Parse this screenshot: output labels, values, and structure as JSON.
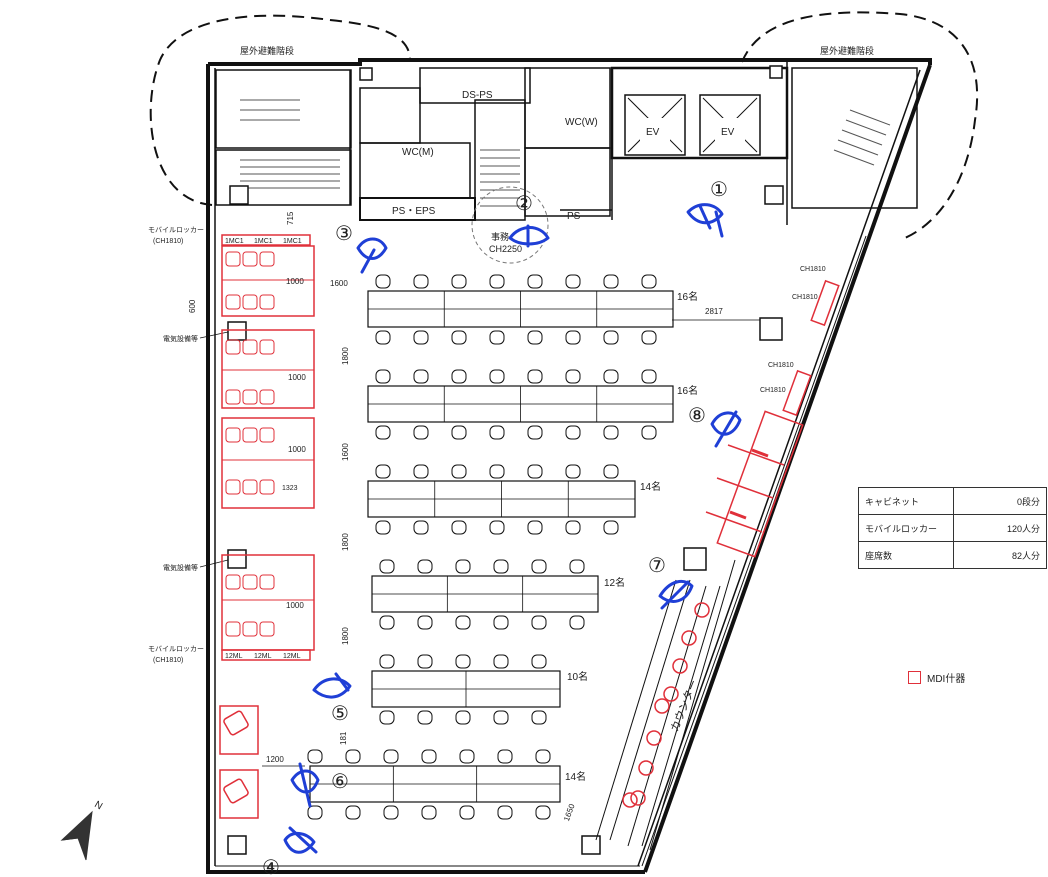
{
  "plan": {
    "outdoor_stairs_left": "屋外避難階段",
    "outdoor_stairs_right": "屋外避難階段",
    "ds_ps": "DS-PS",
    "wc_m": "WC(M)",
    "wc_w": "WC(W)",
    "ev_1": "EV",
    "ev_2": "EV",
    "ps_eps": "PS・EPS",
    "ps": "PS",
    "office_label": "事務",
    "ch_center": "CH2250",
    "mobile_locker_top": "モバイルロッカー",
    "mobile_locker_top_ch": "(CH1810)",
    "mobile_locker_bottom": "モバイルロッカー",
    "mobile_locker_bottom_ch": "(CH1810)",
    "electric_box_1": "電気設備等",
    "electric_box_2": "電気設備等",
    "counter_label": "カウンター",
    "ch_right": [
      "CH1810",
      "CH1810",
      "CH1810",
      "CH1810"
    ],
    "locker_codes_top": [
      "1MC1",
      "1MC1",
      "1MC1"
    ],
    "locker_codes_bottom": [
      "12ML",
      "12ML",
      "12ML"
    ],
    "dims": {
      "d715": "715",
      "d1600": "1600",
      "d600": "600",
      "d1800_a": "1800",
      "d1600_b": "1600",
      "d1800_c": "1800",
      "d1800_d": "1800",
      "d1200": "1200",
      "d2817": "2817",
      "d1000_a": "1000",
      "d1000_b": "1000",
      "d1000_c": "1000",
      "d1000_d": "1000",
      "d1650": "1650",
      "d181": "181",
      "d1323": "1323"
    },
    "row_counts": [
      "16名",
      "16名",
      "14名",
      "12名",
      "10名",
      "14名"
    ],
    "viewpoints": [
      "①",
      "②",
      "③",
      "④",
      "⑤",
      "⑥",
      "⑦",
      "⑧"
    ]
  },
  "legend": {
    "rows": [
      {
        "label": "キャビネット",
        "value": "0段分"
      },
      {
        "label": "モバイルロッカー",
        "value": "120人分"
      },
      {
        "label": "座席数",
        "value": "82人分"
      }
    ],
    "mdi_label": "MDI什器"
  },
  "north_label": "N",
  "colors": {
    "wall": "#111111",
    "furniture_red": "#e0303a",
    "viewpoint_blue": "#1f3fd6"
  }
}
